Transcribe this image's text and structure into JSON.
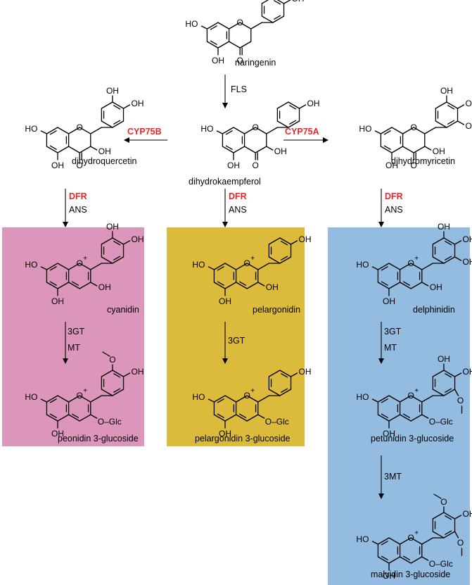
{
  "colors": {
    "cyanidin_panel": "#dc96bc",
    "pelargonidin_panel": "#dcbb3c",
    "delphinidin_panel": "#93bce0",
    "highlight_enzyme": "#e8262b"
  },
  "compounds": {
    "naringenin": "naringenin",
    "dihydrokaempferol": "dihydrokaempferol",
    "dihydroquercetin": "dihydroquercetin",
    "dihydromyricetin": "dihydromyricetin",
    "cyanidin": "cyanidin",
    "pelargonidin": "pelargonidin",
    "delphinidin": "delphinidin",
    "peonidin_3_glucoside": "peonidin 3-glucoside",
    "pelargonidin_3_glucoside": "pelargonidin 3-glucoside",
    "petunidin_3_glucoside": "petunidin 3-glucoside",
    "malvidin_3_glucoside": "malvidin 3-glucoside"
  },
  "enzymes": {
    "fls": "FLS",
    "cyp75b": "CYP75B",
    "cyp75a": "CYP75A",
    "dfr": "DFR",
    "ans": "ANS",
    "gt3": "3GT",
    "mt": "MT",
    "mt3": "3MT"
  },
  "atoms": {
    "ho": "HO",
    "oh": "OH",
    "o": "O",
    "o_plus": "O",
    "plus": "+",
    "o_glc": "O–Glc"
  }
}
